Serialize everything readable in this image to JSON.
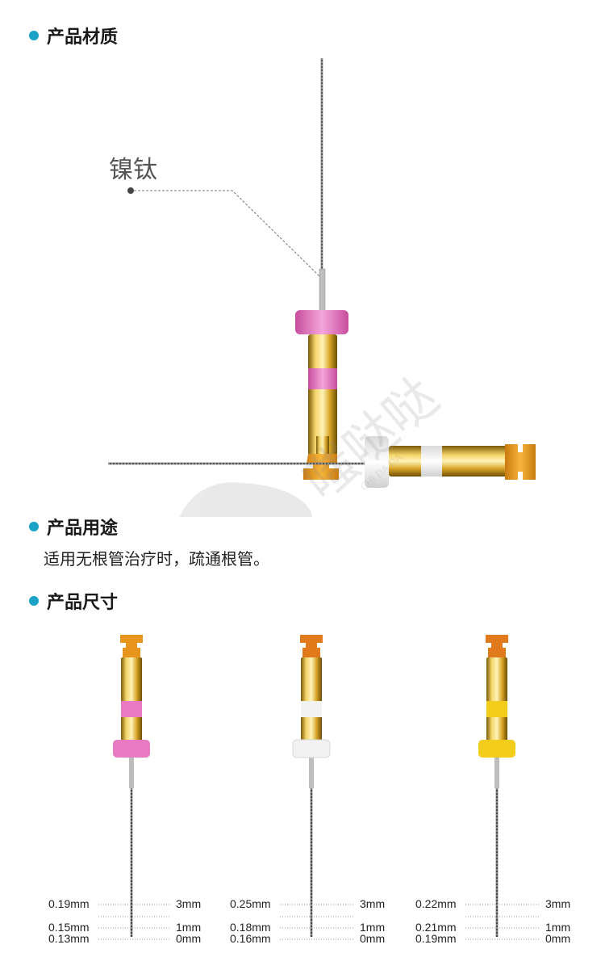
{
  "sections": {
    "material": {
      "title": "产品材质",
      "label": "镍钛"
    },
    "usage": {
      "title": "产品用途",
      "text": "适用无根管治疗时，疏通根管。"
    },
    "size": {
      "title": "产品尺寸"
    }
  },
  "watermark": {
    "brand": "嗤哒哒",
    "sub": "CHI DA DA"
  },
  "colors": {
    "accent_dot": "#1aa3c7",
    "pink": "#e77ac2",
    "white": "#f2f2f2",
    "yellow": "#f2cd1c",
    "gold": "#c99a16",
    "orange_cap": "#e39a1f"
  },
  "files": [
    {
      "color_name": "pink",
      "measurements": [
        {
          "diameter": "0.19mm",
          "length": "3mm"
        },
        {
          "diameter": "0.15mm",
          "length": "1mm"
        },
        {
          "diameter": "0.13mm",
          "length": "0mm"
        }
      ]
    },
    {
      "color_name": "white",
      "measurements": [
        {
          "diameter": "0.25mm",
          "length": "3mm"
        },
        {
          "diameter": "0.18mm",
          "length": "1mm"
        },
        {
          "diameter": "0.16mm",
          "length": "0mm"
        }
      ]
    },
    {
      "color_name": "yellow",
      "measurements": [
        {
          "diameter": "0.22mm",
          "length": "3mm"
        },
        {
          "diameter": "0.21mm",
          "length": "1mm"
        },
        {
          "diameter": "0.19mm",
          "length": "0mm"
        }
      ]
    }
  ]
}
